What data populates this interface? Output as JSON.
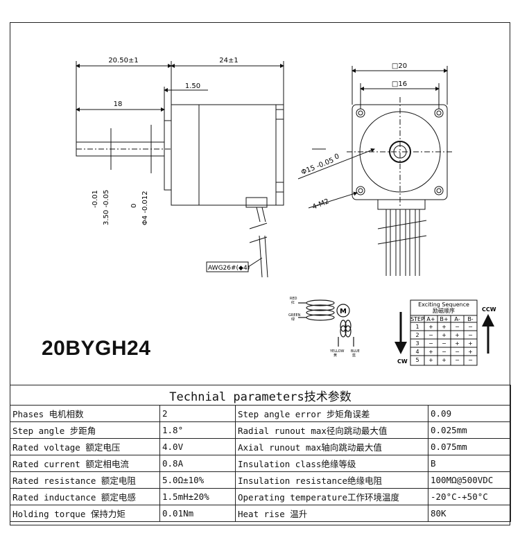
{
  "model": "20BYGH24",
  "dimensions": {
    "body_length": "20.50±1",
    "shaft_length": "24±1",
    "flange_thickness": "1.50",
    "shaft_extension": "18",
    "shaft_diameter_tol_top": "-0.01",
    "shaft_diameter_tol_bottom": "3.50 -0.05",
    "pilot_tol_top": "0",
    "pilot_tol_bottom": "Φ4 -0.012",
    "square_outer": "□20",
    "square_inner": "□16",
    "boss_tol_top": "0",
    "boss_diameter": "Φ15 -0.05",
    "screws": "4-M2",
    "wire_spec": "AWG26#(◆4)"
  },
  "coil_diagram": {
    "red_label": "RED",
    "red_cn": "红",
    "green_label": "GREEN",
    "green_cn": "绿",
    "motor_symbol": "M",
    "yellow_label": "YELLOW",
    "yellow_cn": "黄",
    "blue_label": "BLUE",
    "blue_cn": "蓝"
  },
  "sequence": {
    "title": "Exciting Sequence",
    "title_cn": "励磁顺序",
    "headers": [
      "STEP",
      "A+",
      "B+",
      "A-",
      "B-"
    ],
    "rows": [
      [
        "1",
        "+",
        "+",
        "−",
        "−"
      ],
      [
        "2",
        "−",
        "+",
        "+",
        "−"
      ],
      [
        "3",
        "−",
        "−",
        "+",
        "+"
      ],
      [
        "4",
        "+",
        "−",
        "−",
        "+"
      ],
      [
        "5",
        "+",
        "+",
        "−",
        "−"
      ]
    ],
    "cw": "CW",
    "ccw": "CCW"
  },
  "params": {
    "title": "Technial parameters技术参数",
    "rows": [
      [
        "Phases 电机相数",
        "2",
        "Step angle error 步矩角误差",
        "0.09"
      ],
      [
        "Step angle 步距角",
        "1.8°",
        "Radial runout max径向跳动最大值",
        "0.025mm"
      ],
      [
        "Rated voltage 额定电压",
        "4.0V",
        "Axial runout max轴向跳动最大值",
        "0.075mm"
      ],
      [
        "Rated current 额定相电流",
        "0.8A",
        "Insulation class绝缘等级",
        "B"
      ],
      [
        "Rated resistance 额定电阻",
        "5.0Ω±10%",
        "Insulation resistance绝缘电阻",
        "100MΩ@500VDC"
      ],
      [
        "Rated inductance 额定电感",
        "1.5mH±20%",
        "Operating temperature工作环境温度",
        "-20°C-+50°C"
      ],
      [
        "Holding torque 保持力矩",
        "0.01Nm",
        "Heat rise 温升",
        "80K"
      ]
    ]
  }
}
